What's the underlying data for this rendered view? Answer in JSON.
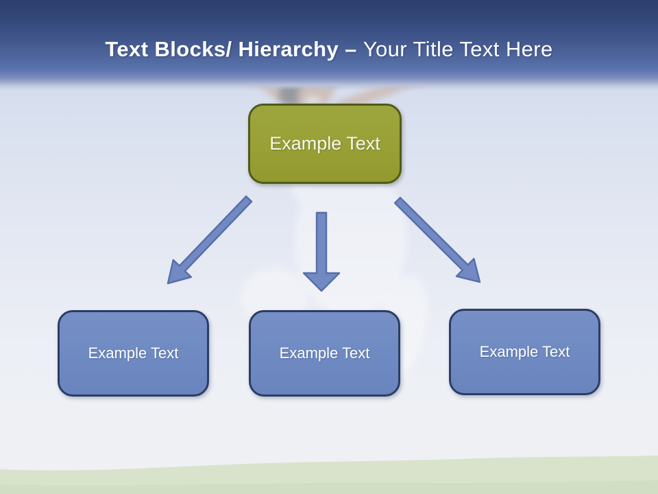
{
  "slide": {
    "title_bold": "Text Blocks/ Hierarchy –",
    "title_regular": "Your Title Text Here"
  },
  "diagram": {
    "root": {
      "label": "Example Text"
    },
    "children": [
      {
        "label": "Example Text"
      },
      {
        "label": "Example Text"
      },
      {
        "label": "Example Text"
      }
    ],
    "arrows": [
      {
        "name": "arrow-down-left"
      },
      {
        "name": "arrow-down"
      },
      {
        "name": "arrow-down-right"
      }
    ]
  },
  "colors": {
    "header_top": "#2b3e6d",
    "header_mid": "#50689f",
    "title_text": "#ffffff",
    "root_fill": "#98a036",
    "root_border": "#4f5a1c",
    "root_text": "#f8f7e8",
    "child_fill": "#6f8ac2",
    "child_border": "#2b3d66",
    "child_text": "#ffffff",
    "arrow_fill": "#7289c4",
    "arrow_border": "#5670a9",
    "sky": "#ccd7ea",
    "grass": "#d9e3cc"
  }
}
